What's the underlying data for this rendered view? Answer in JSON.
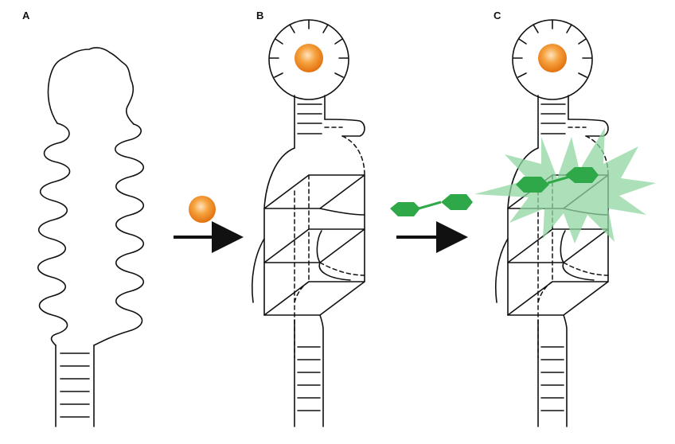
{
  "panels": [
    {
      "label": "A"
    },
    {
      "label": "B"
    },
    {
      "label": "C"
    }
  ],
  "colors": {
    "line": "#111111",
    "ligand_orange": "#f08a1c",
    "ligand_highlight": "#ffd9a8",
    "fluorophore_green": "#2fa84a",
    "fluorescence_glow": "#8fd6a0"
  },
  "icons": [
    "orange-ligand-icon",
    "green-fluorophore-icon",
    "fluorescence-burst-icon",
    "arrow-right-icon"
  ]
}
